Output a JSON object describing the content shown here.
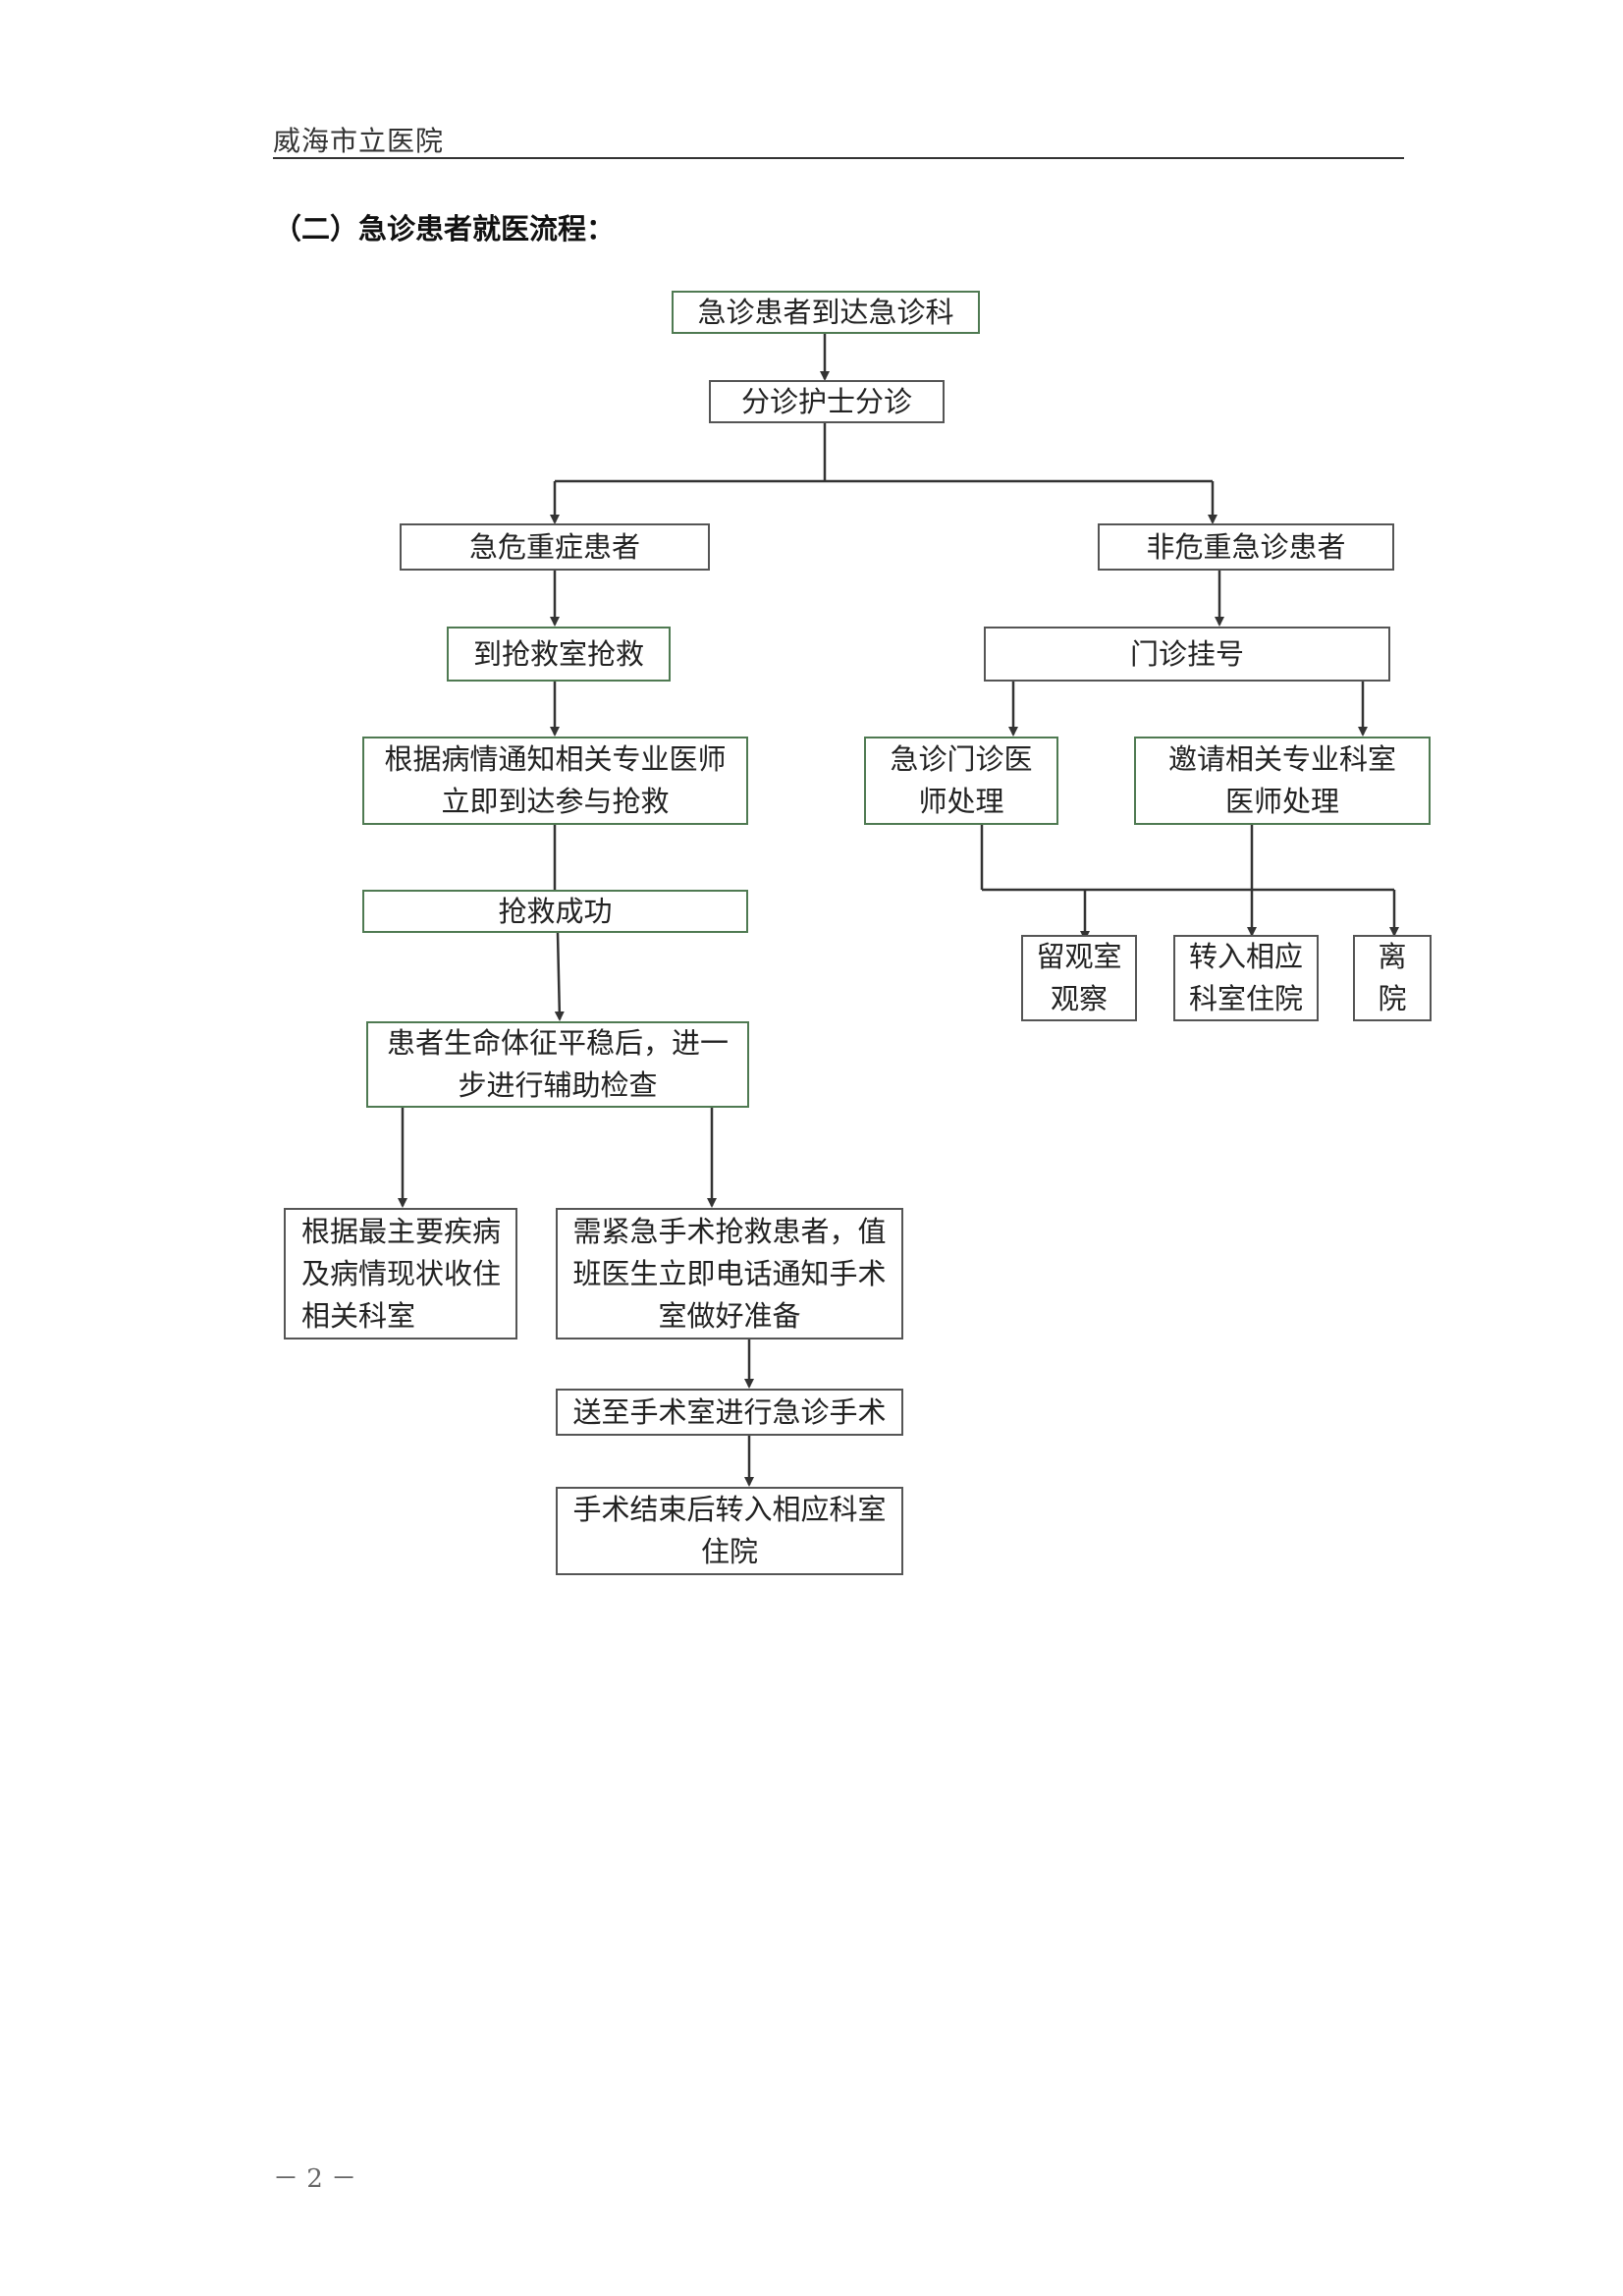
{
  "header": {
    "title": "威海市立医院"
  },
  "section": {
    "title": "（二）急诊患者就医流程："
  },
  "page": {
    "number": "－ 2 －"
  },
  "flow": {
    "arrive": "急诊患者到达急诊科",
    "triage": "分诊护士分诊",
    "critical": "急危重症患者",
    "non_critical": "非危重急诊患者",
    "rescue_room": "到抢救室抢救",
    "notify_specialist": "根据病情通知相关专业医师\n立即到达参与抢救",
    "rescue_success": "抢救成功",
    "auxiliary_exam": "患者生命体征平稳后，进一\n步进行辅助检查",
    "admit_dept": "根据最主要疾病\n及病情现状收住\n相关科室",
    "urgent_surgery": "需紧急手术抢救患者，值\n班医生立即电话通知手术\n室做好准备",
    "to_or": "送至手术室进行急诊手术",
    "post_surgery": "手术结束后转入相应科室\n住院",
    "registration": "门诊挂号",
    "er_doctor": "急诊门诊医\n师处理",
    "invite_specialist": "邀请相关专业科室\n医师处理",
    "observation": "留观室\n观察",
    "transfer_ward": "转入相应\n科室住院",
    "leave": "离\n院"
  },
  "colors": {
    "line": "#333333",
    "box_border_green": "#4f7a52",
    "box_border": "#555555"
  }
}
